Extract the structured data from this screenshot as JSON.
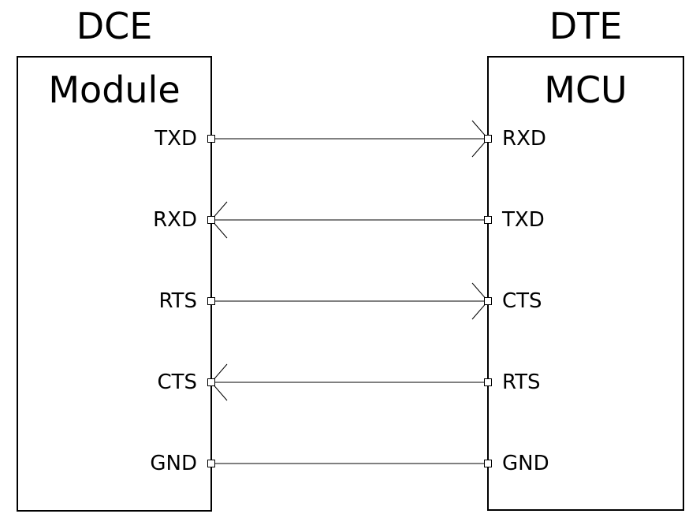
{
  "diagram": {
    "left_device": {
      "role": "DCE",
      "name": "Module",
      "pins": [
        "TXD",
        "RXD",
        "RTS",
        "CTS",
        "GND"
      ]
    },
    "right_device": {
      "role": "DTE",
      "name": "MCU",
      "pins": [
        "RXD",
        "TXD",
        "CTS",
        "RTS",
        "GND"
      ]
    },
    "connections": [
      {
        "left_pin": "TXD",
        "right_pin": "RXD",
        "direction": "left-to-right"
      },
      {
        "left_pin": "RXD",
        "right_pin": "TXD",
        "direction": "right-to-left"
      },
      {
        "left_pin": "RTS",
        "right_pin": "CTS",
        "direction": "left-to-right"
      },
      {
        "left_pin": "CTS",
        "right_pin": "RTS",
        "direction": "right-to-left"
      },
      {
        "left_pin": "GND",
        "right_pin": "GND",
        "direction": "none"
      }
    ],
    "colors": {
      "line": "#000000",
      "text": "#000000",
      "background": "#ffffff"
    }
  }
}
